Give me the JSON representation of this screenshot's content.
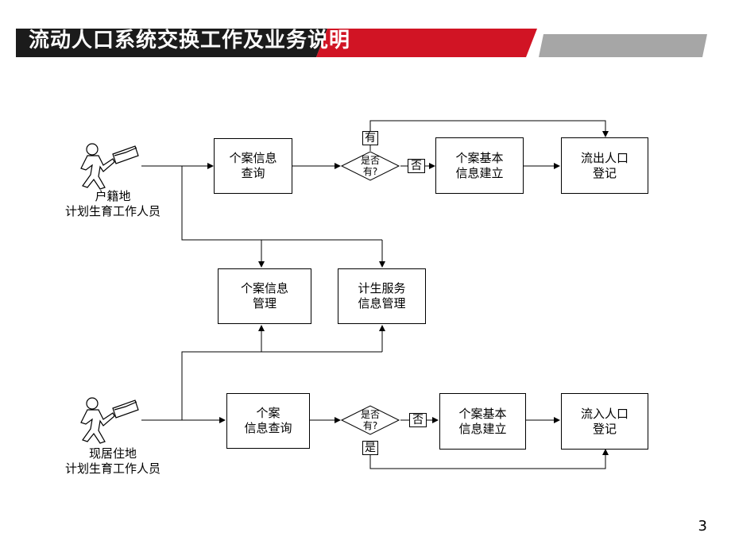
{
  "title": "流动人口系统交换工作及业务说明",
  "page_number": "3",
  "colors": {
    "title_dark": "#1b1b1b",
    "title_red": "#d11424",
    "title_gray": "#a6a6a6"
  },
  "top": {
    "actor_label": "户籍地\n计划生育工作人员",
    "query_box": "个案信息\n查询",
    "decision": "是否\n有?",
    "yes_label": "有",
    "no_label": "否",
    "create_box": "个案基本\n信息建立",
    "result_box": "流出人口\n登记"
  },
  "middle": {
    "manage_box": "个案信息\n管理",
    "service_box": "计生服务\n信息管理"
  },
  "bottom": {
    "actor_label": "现居住地\n计划生育工作人员",
    "query_box": "个案\n信息查询",
    "decision": "是否\n有?",
    "yes_label": "是",
    "no_label": "否",
    "create_box": "个案基本\n信息建立",
    "result_box": "流入人口\n登记"
  }
}
